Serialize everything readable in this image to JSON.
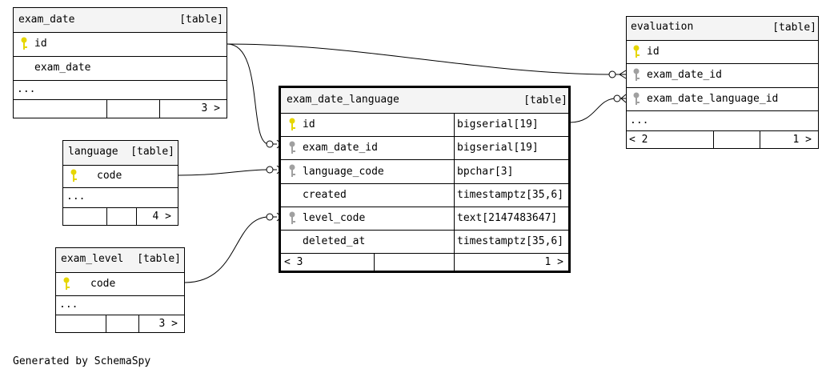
{
  "colors": {
    "pk_key": "#e6d600",
    "fk_key": "#a0a0a0",
    "header_bg": "#f4f4f4"
  },
  "tables": {
    "exam_date": {
      "name": "exam_date",
      "kind": "[table]",
      "columns": [
        {
          "name": "id",
          "icon": "primary-key-icon"
        },
        {
          "name": "exam_date",
          "icon": ""
        }
      ],
      "ellipsis": "...",
      "foot": {
        "right": "3 >"
      }
    },
    "language": {
      "name": "language",
      "kind": "[table]",
      "columns": [
        {
          "name": "code",
          "icon": "primary-key-icon"
        }
      ],
      "ellipsis": "...",
      "foot": {
        "right": "4 >"
      }
    },
    "exam_level": {
      "name": "exam_level",
      "kind": "[table]",
      "columns": [
        {
          "name": "code",
          "icon": "primary-key-icon"
        }
      ],
      "ellipsis": "...",
      "foot": {
        "right": "3 >"
      }
    },
    "exam_date_language": {
      "name": "exam_date_language",
      "kind": "[table]",
      "columns": [
        {
          "name": "id",
          "type": "bigserial[19]",
          "icon": "primary-key-icon"
        },
        {
          "name": "exam_date_id",
          "type": "bigserial[19]",
          "icon": "foreign-key-icon"
        },
        {
          "name": "language_code",
          "type": "bpchar[3]",
          "icon": "foreign-key-icon"
        },
        {
          "name": "created",
          "type": "timestamptz[35,6]",
          "icon": ""
        },
        {
          "name": "level_code",
          "type": "text[2147483647]",
          "icon": "foreign-key-icon"
        },
        {
          "name": "deleted_at",
          "type": "timestamptz[35,6]",
          "icon": ""
        }
      ],
      "foot": {
        "left": "< 3",
        "right": "1 >"
      }
    },
    "evaluation": {
      "name": "evaluation",
      "kind": "[table]",
      "columns": [
        {
          "name": "id",
          "icon": "primary-key-icon"
        },
        {
          "name": "exam_date_id",
          "icon": "foreign-key-icon"
        },
        {
          "name": "exam_date_language_id",
          "icon": "foreign-key-icon"
        }
      ],
      "ellipsis": "...",
      "foot": {
        "left": "< 2",
        "right": "1 >"
      }
    }
  },
  "footer": "Generated by SchemaSpy"
}
